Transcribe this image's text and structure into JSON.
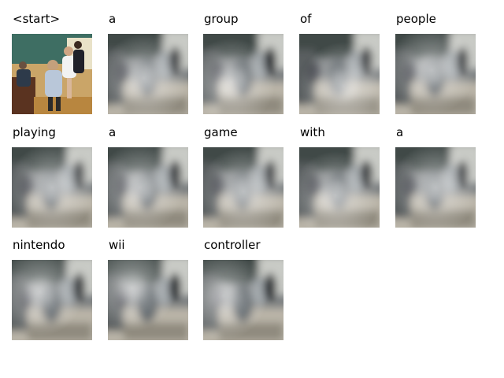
{
  "words": [
    "<start>",
    "a",
    "group",
    "of",
    "people",
    "playing",
    "a",
    "game",
    "with",
    "a",
    "nintendo",
    "wii",
    "controller"
  ]
}
